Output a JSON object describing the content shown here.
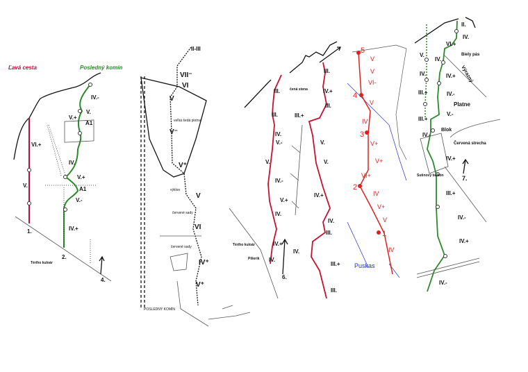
{
  "colors": {
    "red_route": "#b0103c",
    "green_route": "#2a8a2a",
    "puskas_red": "#e02020",
    "puskas_blue": "#2030c0"
  },
  "panel1": {
    "route_left": "Ľavá cesta",
    "route_right": "Posledný komín",
    "labels": [
      "VI.+",
      "V.",
      "1.",
      "2.",
      "Tériho kuloár",
      "4.",
      "IV.-",
      "V.",
      "V.+",
      "A1",
      "IV.",
      "V.+",
      "A1",
      "V.-",
      "IV.+"
    ]
  },
  "panel2": {
    "labels": [
      "II-III",
      "VII⁻",
      "VI",
      "V",
      "veľká šedá plotna",
      "V⁻",
      "V⁺",
      "výklon",
      "V",
      "červené sady",
      "VI",
      "červené sady",
      "IV⁺",
      "V⁺",
      "POSLEDNÝ KOMÍN"
    ]
  },
  "panel3": {
    "left": [
      "III.",
      "III.",
      "IV.",
      "V.-",
      "V.",
      "IV.-",
      "V.+",
      "IV.",
      "IV.+",
      "IV.",
      "Tériho kuloár",
      "Pilierik",
      "6."
    ],
    "right": [
      "čená stena",
      "III.",
      "IV.+",
      "III.",
      "III.+",
      "V.",
      "V.",
      "IV.+",
      "IV.",
      "III.",
      "IV.",
      "III.+",
      "III."
    ]
  },
  "panel4": {
    "labels": [
      "5",
      "V",
      "V",
      "VI-",
      "4",
      "V",
      "IV",
      "3",
      "V+",
      "V+",
      "VI+",
      "2",
      "IV",
      "V+",
      "V",
      "1",
      "IV"
    ],
    "title": "Puskas"
  },
  "panel5": {
    "labels": [
      "II.",
      "IV.",
      "VI.+",
      "V.",
      "IV.",
      "Biely pás",
      "Výrazný",
      "IV.+",
      "IV.",
      "III.+",
      "IV.-",
      "Platne",
      "V.-",
      "III.+",
      "Blok",
      "IV.-",
      "Červená strecha",
      "IV.+",
      "Sutinový balkón",
      "7.",
      "III.+",
      "IV.-",
      "IV.+",
      "IV.-"
    ]
  }
}
